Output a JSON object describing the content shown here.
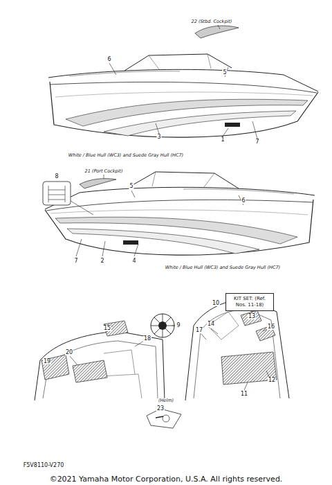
{
  "diagram": {
    "caption": "©2021 Yamaha Motor Corporation, U.S.A. All rights reserved.",
    "nodes": [
      {
        "text": [
          "KIT SET: (Ref. Nos. 11-18)"
        ]
      }
    ],
    "labels": [
      "22 (Stbd. Cockpit)",
      "6",
      "5",
      "3",
      "1",
      "7",
      "White / Blue Hull (WC3) and Suede Gray Hull (HC7)",
      "21 (Port Cockpit)",
      "8",
      "5",
      "6",
      "7",
      "2",
      "4",
      "White / Blue Hull (WC3) and Suede Gray Hull (HC7)",
      "10",
      "9",
      "15",
      "13",
      "14",
      "17",
      "16",
      "18",
      "20",
      "19",
      "12",
      "11",
      "(Helm)",
      "23",
      "F5V8110-V270"
    ]
  }
}
